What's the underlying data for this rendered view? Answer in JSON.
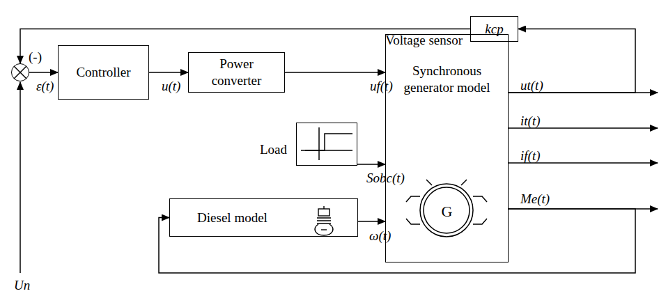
{
  "diagram": {
    "nodes": [
      {
        "text": [
          "(-)"
        ]
      },
      {
        "text": [
          "Controller"
        ]
      },
      {
        "text": [
          "Power converter"
        ]
      },
      {
        "text": [
          "Synchronous generator model",
          "G"
        ]
      },
      {
        "text": [
          "Load"
        ]
      },
      {
        "text": [
          "Diesel model"
        ]
      },
      {
        "text": [
          "kcp",
          "Voltage sensor"
        ]
      }
    ],
    "edges": [
      {
        "from": 0,
        "to": 1,
        "label": "ε(t)",
        "arrow": "to"
      },
      {
        "from": 1,
        "to": 2,
        "label": "u(t)",
        "arrow": "to"
      },
      {
        "from": 2,
        "to": 3,
        "label": "uf(t)",
        "arrow": "to"
      },
      {
        "from": 4,
        "to": 3,
        "label": "Sobc(t)",
        "arrow": "to"
      },
      {
        "from": 5,
        "to": 3,
        "label": "ω(t)",
        "arrow": "to"
      },
      {
        "from": 3,
        "to": 5,
        "arrow": "to"
      },
      {
        "from": 3,
        "to": 6,
        "arrow": "to"
      },
      {
        "from": 6,
        "to": 0,
        "arrow": "to"
      }
    ],
    "labels": [
      "Un",
      "ut(t)",
      "it(t)",
      "if(t)",
      "Me(t)"
    ]
  }
}
